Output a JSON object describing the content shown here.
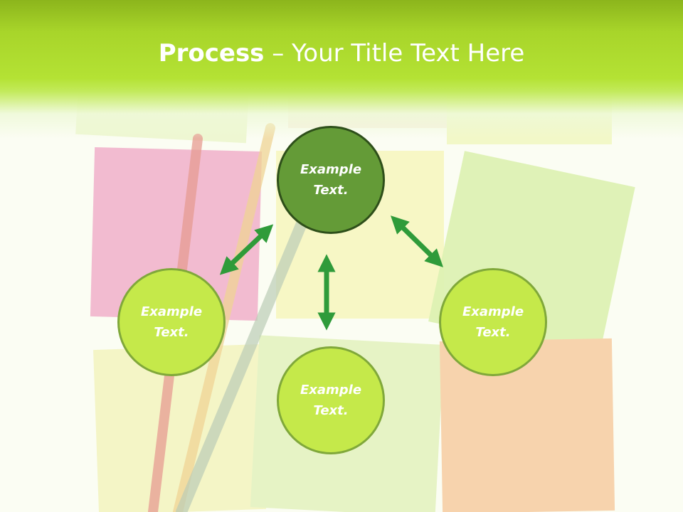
{
  "title": {
    "bold": "Process",
    "rest": " – Your Title Text Here"
  },
  "nodes": [
    {
      "line1": "Example",
      "line2": "Text."
    },
    {
      "line1": "Example",
      "line2": "Text."
    },
    {
      "line1": "Example",
      "line2": "Text."
    },
    {
      "line1": "Example",
      "line2": "Text."
    }
  ],
  "colors": {
    "header": "#a8d52a",
    "center_node": "#649b37",
    "outer_node": "#c5e94a",
    "arrow": "#2f9b3a"
  }
}
